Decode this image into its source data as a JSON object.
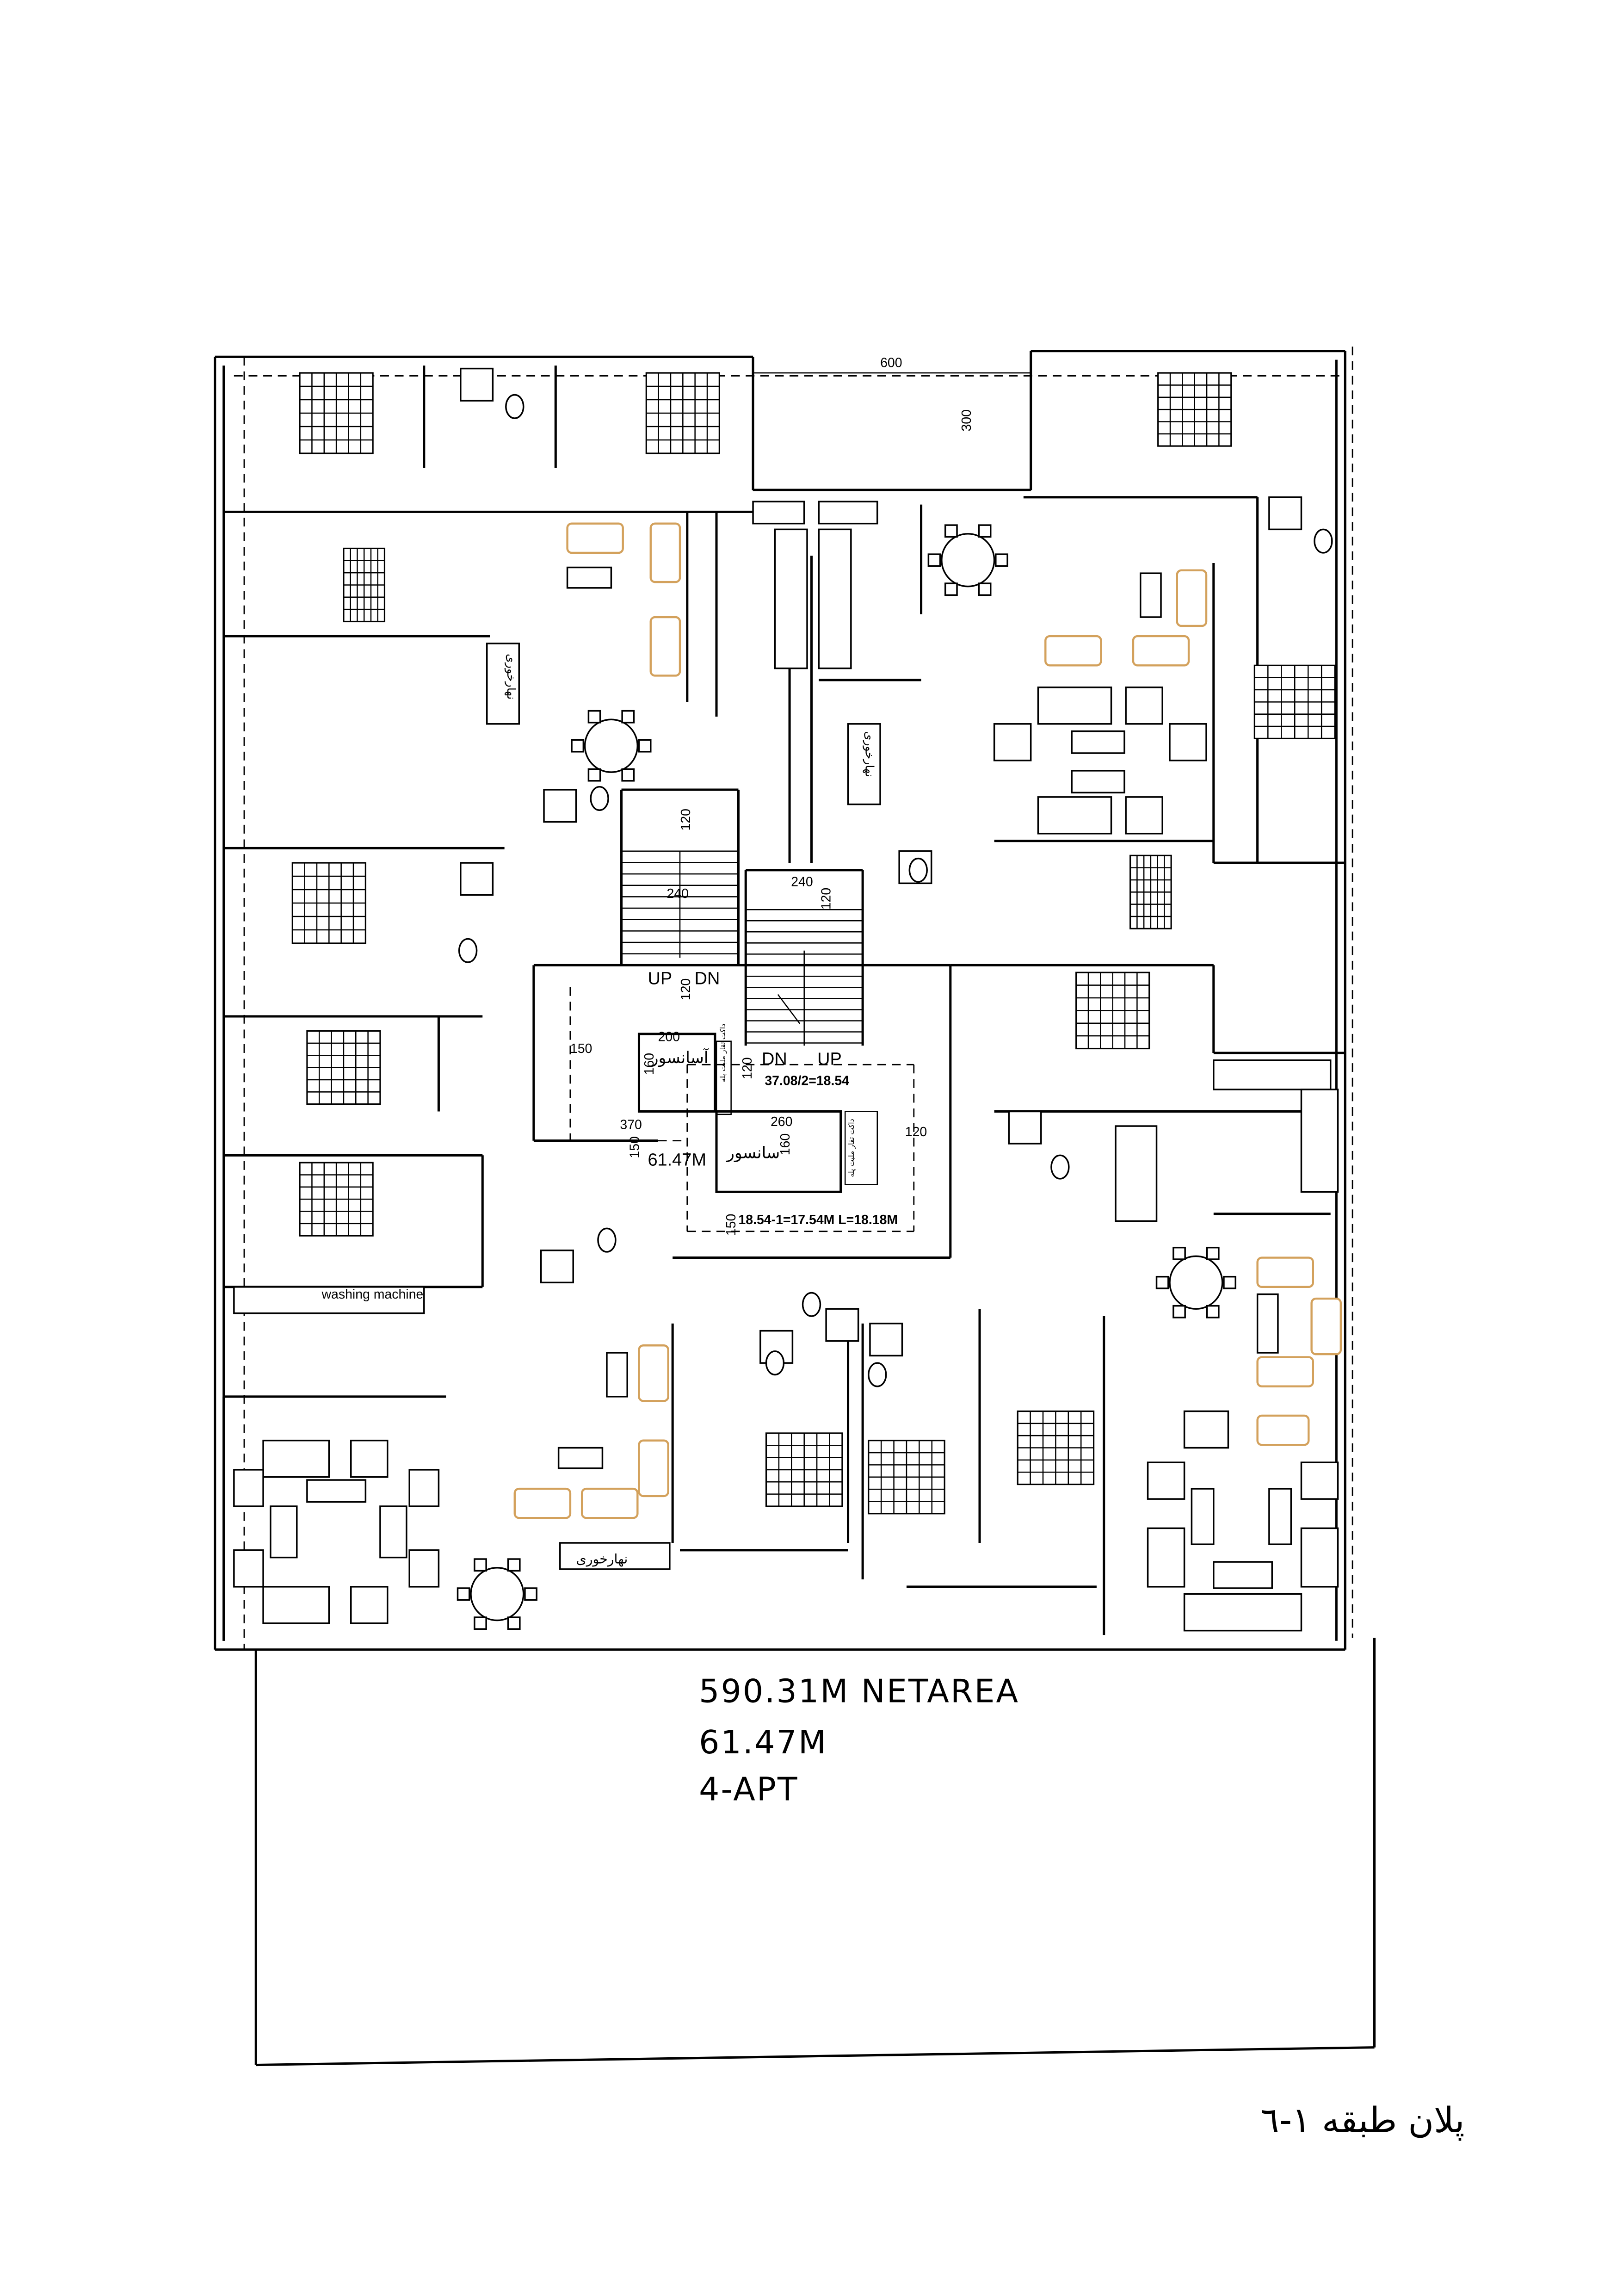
{
  "drawing": {
    "title": "پلان طبقه ۱-٦",
    "summary": {
      "net_area": "590.31M NETAREA",
      "unit_area": "61.47M",
      "apartments": "4-APT"
    },
    "core": {
      "stair_up_left": "UP",
      "stair_dn_left": "DN",
      "stair_dn_right": "DN",
      "stair_up_right": "UP",
      "elevator_1": "آسانسور",
      "elevator_2": "سانسور",
      "duct_1": "داکت تقار ملبت پله",
      "duct_2": "داکت تقار ملبت پله",
      "area_label": "61.47M",
      "stair_calc": "37.08/2=18.54",
      "length_calc": "18.54-1=17.54M L=18.18M"
    },
    "dimensions": {
      "top_width": "600",
      "top_depth": "300",
      "stair_l_120a": "120",
      "stair_l_240": "240",
      "stair_l_120b": "120",
      "stair_r_240": "240",
      "stair_r_120": "120",
      "elev_200": "200",
      "elev_160": "160",
      "lobby_150": "150",
      "lobby_370": "370",
      "lobby_150v": "150",
      "elev2_260": "260",
      "elev2_160": "160",
      "right_120": "120",
      "landing_120": "120",
      "bottom_150": "150"
    },
    "room_labels": {
      "dining_1": "نهارخوری",
      "dining_2": "نهارخوری",
      "dining_3": "نهارخوری",
      "washing_machine": "washing machine"
    },
    "colors": {
      "line": "#000000",
      "furniture_accent": "#d3a15c"
    }
  }
}
